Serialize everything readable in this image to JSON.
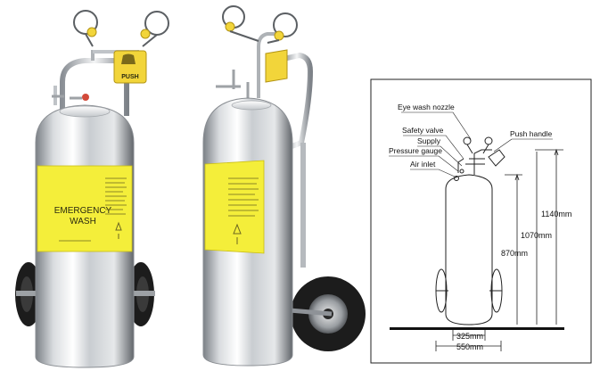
{
  "product": {
    "label_text": [
      "EMERGENCY",
      "WASH"
    ],
    "push_label": "PUSH"
  },
  "diagram": {
    "callouts": [
      "Eye wash nozzle",
      "Push handle",
      "Safety valve",
      "Supply",
      "Pressure gauge",
      "Air inlet"
    ],
    "dimensions": {
      "h1": "1140mm",
      "h2": "1070mm",
      "h3": "870mm",
      "w1": "325mm",
      "w2": "550mm"
    }
  },
  "colors": {
    "label_yellow": "#f4ee3a",
    "push_yellow": "#f2d53a",
    "steel_light": "#f2f3f4",
    "steel_dark": "#6e7277",
    "tyre": "#1c1c1c"
  }
}
